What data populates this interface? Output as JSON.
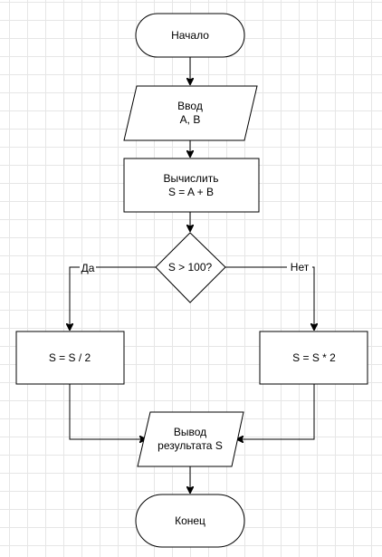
{
  "nodes": {
    "start": {
      "text": "Начало"
    },
    "input": {
      "line1": "Ввод",
      "line2": "A, B"
    },
    "compute": {
      "line1": "Вычислить",
      "line2": "S = A + B"
    },
    "decision": {
      "text": "S > 100?"
    },
    "yes_action": {
      "text": "S = S / 2"
    },
    "no_action": {
      "text": "S = S * 2"
    },
    "output": {
      "line1": "Вывод",
      "line2": "результата S"
    },
    "end": {
      "text": "Конец"
    }
  },
  "edges": {
    "yes_label": "Да",
    "no_label": "Нет"
  }
}
